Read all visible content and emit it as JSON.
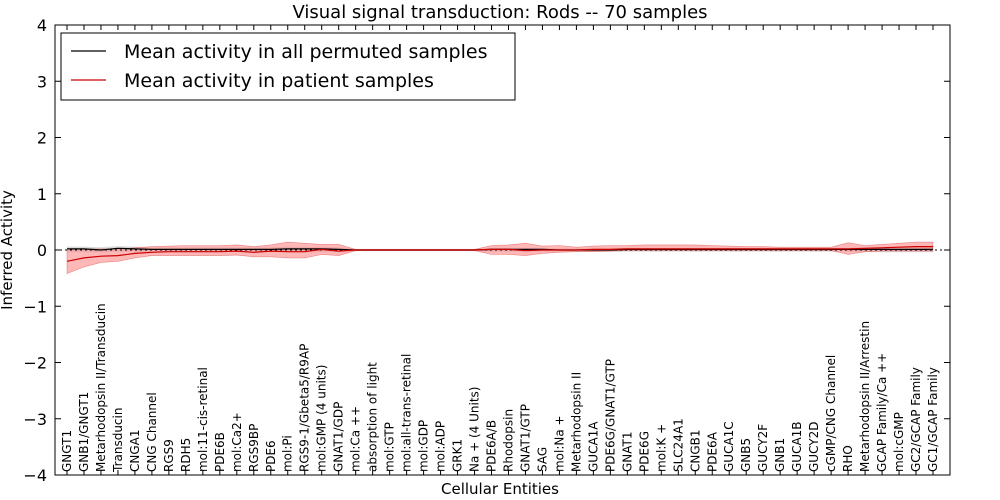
{
  "chart_data": {
    "type": "line",
    "title": "Visual signal transduction: Rods -- 70 samples",
    "xlabel": "Cellular Entities",
    "ylabel": "Inferred Activity",
    "ylim": [
      -4,
      4
    ],
    "yticks": [
      "−4",
      "−3",
      "−2",
      "−1",
      "0",
      "1",
      "2",
      "3",
      "4"
    ],
    "ytick_values": [
      -4,
      -3,
      -2,
      -1,
      0,
      1,
      2,
      3,
      4
    ],
    "legend_position": "top-left",
    "grid": false,
    "categories": [
      "GNGT1",
      "GNB1/GNGT1",
      "Metarhodopsin II/Transducin",
      "Transducin",
      "CNGA1",
      "CNG Channel",
      "RGS9",
      "RDH5",
      "mol:11-cis-retinal",
      "PDE6B",
      "mol:Ca2+",
      "RGS9BP",
      "PDE6",
      "mol:Pi",
      "RGS9-1/Gbeta5/R9AP",
      "mol:GMP (4 units)",
      "GNAT1/GDP",
      "mol:Ca ++",
      "absorption of light",
      "mol:GTP",
      "mol:all-trans-retinal",
      "mol:GDP",
      "mol:ADP",
      "GRK1",
      "Na + (4 Units)",
      "PDE6A/B",
      "Rhodopsin",
      "GNAT1/GTP",
      "SAG",
      "mol:Na +",
      "Metarhodopsin II",
      "GUCA1A",
      "PDE6G/GNAT1/GTP",
      "GNAT1",
      "PDE6G",
      "mol:K +",
      "SLC24A1",
      "CNGB1",
      "PDE6A",
      "GUCA1C",
      "GNB5",
      "GUCY2F",
      "GNB1",
      "GUCA1B",
      "GUCY2D",
      "cGMP/CNG Channel",
      "RHO",
      "Metarhodopsin II/Arrestin",
      "GCAP Family/Ca ++",
      "mol:cGMP",
      "GC2/GCAP Family",
      "GC1/GCAP Family"
    ],
    "series": [
      {
        "name": "Mean activity in all permuted samples",
        "color": "#000000",
        "values": [
          0.02,
          0.02,
          0.0,
          0.03,
          0.02,
          0.01,
          0.01,
          0.01,
          0.01,
          0.01,
          0.01,
          0.01,
          0.01,
          0.02,
          0.02,
          0.02,
          0.01,
          0.0,
          0.0,
          0.0,
          0.0,
          0.0,
          0.0,
          0.0,
          0.0,
          0.01,
          0.01,
          0.01,
          0.01,
          0.0,
          0.0,
          0.0,
          0.0,
          0.01,
          0.01,
          0.01,
          0.01,
          0.01,
          0.01,
          0.01,
          0.01,
          0.01,
          0.01,
          0.01,
          0.01,
          0.01,
          0.01,
          0.01,
          0.01,
          0.01,
          0.01,
          0.01
        ],
        "band_low": [
          -0.04,
          -0.04,
          -0.05,
          -0.03,
          -0.03,
          -0.04,
          -0.04,
          -0.04,
          -0.04,
          -0.04,
          -0.04,
          -0.04,
          -0.04,
          -0.04,
          -0.04,
          -0.04,
          -0.03,
          -0.02,
          -0.02,
          -0.02,
          -0.02,
          -0.02,
          -0.02,
          -0.02,
          -0.02,
          -0.03,
          -0.03,
          -0.03,
          -0.03,
          -0.03,
          -0.03,
          -0.03,
          -0.03,
          -0.03,
          -0.03,
          -0.03,
          -0.03,
          -0.03,
          -0.03,
          -0.03,
          -0.03,
          -0.03,
          -0.03,
          -0.03,
          -0.03,
          -0.03,
          -0.03,
          -0.04,
          -0.04,
          -0.04,
          -0.04,
          -0.04
        ],
        "band_high": [
          0.06,
          0.06,
          0.05,
          0.07,
          0.06,
          0.05,
          0.05,
          0.05,
          0.05,
          0.05,
          0.05,
          0.05,
          0.05,
          0.06,
          0.06,
          0.06,
          0.05,
          0.02,
          0.02,
          0.02,
          0.02,
          0.02,
          0.02,
          0.02,
          0.02,
          0.04,
          0.04,
          0.04,
          0.04,
          0.03,
          0.03,
          0.03,
          0.03,
          0.04,
          0.04,
          0.04,
          0.04,
          0.04,
          0.04,
          0.04,
          0.04,
          0.04,
          0.04,
          0.04,
          0.04,
          0.04,
          0.04,
          0.05,
          0.05,
          0.05,
          0.05,
          0.05
        ]
      },
      {
        "name": "Mean activity in patient samples",
        "color": "#cc0000",
        "fill": "#ff8888",
        "values": [
          -0.2,
          -0.14,
          -0.11,
          -0.1,
          -0.06,
          -0.04,
          -0.03,
          -0.03,
          -0.03,
          -0.03,
          -0.02,
          -0.04,
          -0.02,
          -0.03,
          -0.03,
          0.01,
          -0.02,
          0.0,
          0.0,
          0.0,
          0.0,
          0.0,
          0.0,
          0.0,
          0.0,
          0.01,
          0.01,
          -0.01,
          0.0,
          0.0,
          0.0,
          0.01,
          0.01,
          0.02,
          0.02,
          0.02,
          0.02,
          0.02,
          0.02,
          0.02,
          0.02,
          0.02,
          0.02,
          0.02,
          0.02,
          0.02,
          0.02,
          0.03,
          0.04,
          0.05,
          0.06,
          0.06
        ],
        "band_low": [
          -0.42,
          -0.3,
          -0.22,
          -0.2,
          -0.14,
          -0.1,
          -0.1,
          -0.1,
          -0.1,
          -0.1,
          -0.09,
          -0.12,
          -0.12,
          -0.14,
          -0.14,
          -0.08,
          -0.1,
          -0.01,
          -0.01,
          -0.01,
          -0.01,
          -0.01,
          -0.01,
          -0.01,
          -0.01,
          -0.08,
          -0.08,
          -0.1,
          -0.06,
          -0.04,
          -0.03,
          -0.03,
          -0.02,
          -0.01,
          -0.01,
          -0.01,
          -0.01,
          -0.01,
          -0.01,
          -0.01,
          -0.01,
          -0.01,
          -0.01,
          -0.01,
          -0.01,
          -0.01,
          -0.08,
          -0.03,
          -0.02,
          -0.02,
          -0.02,
          -0.02
        ],
        "band_high": [
          0.02,
          0.02,
          0.02,
          0.02,
          0.04,
          0.06,
          0.07,
          0.08,
          0.08,
          0.08,
          0.09,
          0.06,
          0.09,
          0.14,
          0.12,
          0.1,
          0.1,
          0.01,
          0.01,
          0.01,
          0.01,
          0.01,
          0.01,
          0.01,
          0.01,
          0.08,
          0.09,
          0.12,
          0.07,
          0.08,
          0.05,
          0.07,
          0.08,
          0.08,
          0.09,
          0.09,
          0.09,
          0.09,
          0.08,
          0.07,
          0.06,
          0.06,
          0.05,
          0.05,
          0.05,
          0.05,
          0.13,
          0.08,
          0.1,
          0.12,
          0.14,
          0.14
        ]
      }
    ]
  }
}
